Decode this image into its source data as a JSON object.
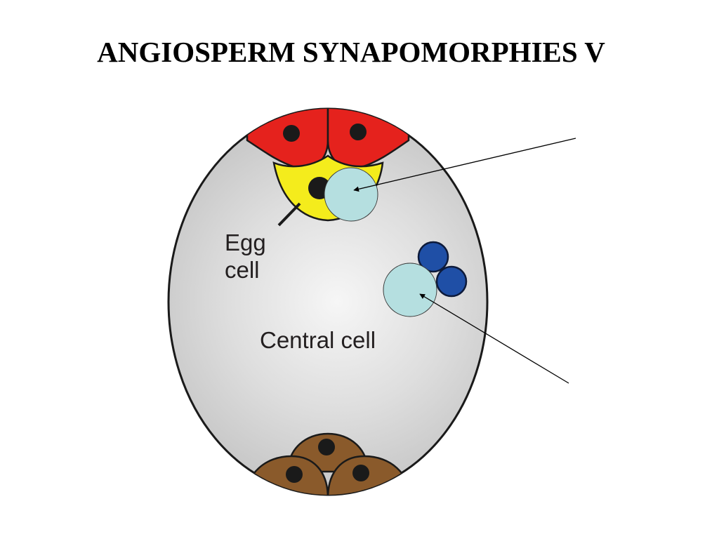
{
  "slide": {
    "title": "ANGIOSPERM SYNAPOMORPHIES V"
  },
  "diagram": {
    "egg_label_line1": "Egg",
    "egg_label_line2": "cell",
    "central_label": "Central cell"
  },
  "colors": {
    "synergids": "#e5221d",
    "egg": "#f4ec1c",
    "antipodals": "#8a5a2b",
    "polar_nuclei": "#1f4fa6",
    "nucleus": "#1a1a1a",
    "embryo_sac_fill": "#dcdcdc",
    "sperm_marker": "#b5dfe0"
  }
}
